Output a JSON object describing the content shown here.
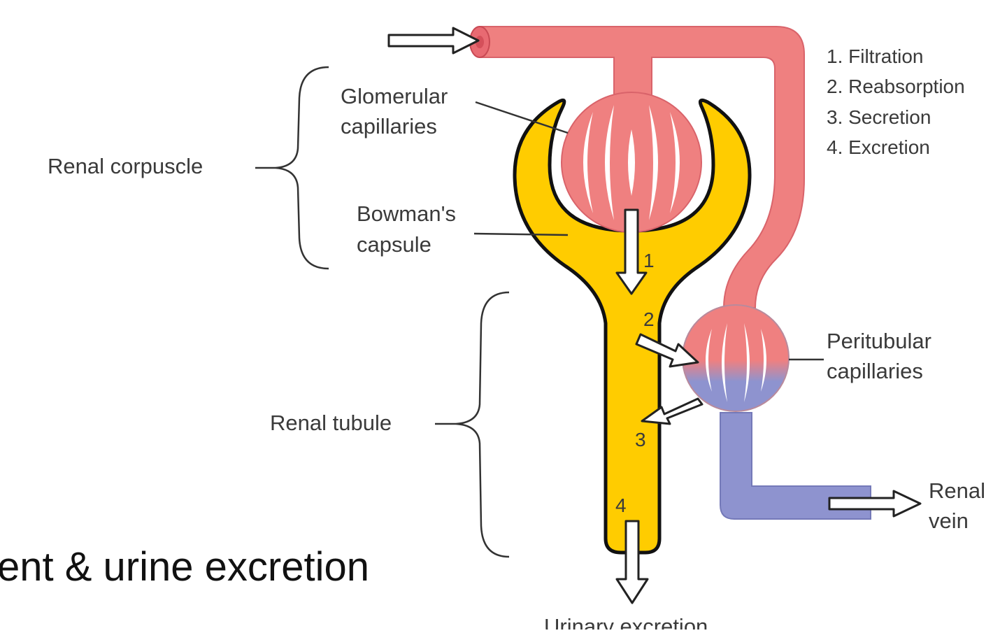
{
  "labels": {
    "renal_corpuscle": "Renal corpuscle",
    "glomerular_line1": "Glomerular",
    "glomerular_line2": "capillaries",
    "bowman_line1": "Bowman's",
    "bowman_line2": "capsule",
    "renal_tubule": "Renal tubule",
    "peritubular_line1": "Peritubular",
    "peritubular_line2": "capillaries",
    "renal_vein_line1": "Renal",
    "renal_vein_line2": "vein",
    "urinary_excretion": "Urinary excretion"
  },
  "processes": [
    "1. Filtration",
    "2. Reabsorption",
    "3. Secretion",
    "4. Excretion"
  ],
  "steps": [
    "1",
    "2",
    "3",
    "4"
  ],
  "slide_title": "ent & urine excretion",
  "colors": {
    "arterial": "#ef8080",
    "venous": "#8e93cf",
    "tubule": "#ffcc00",
    "outline": "#111111"
  }
}
